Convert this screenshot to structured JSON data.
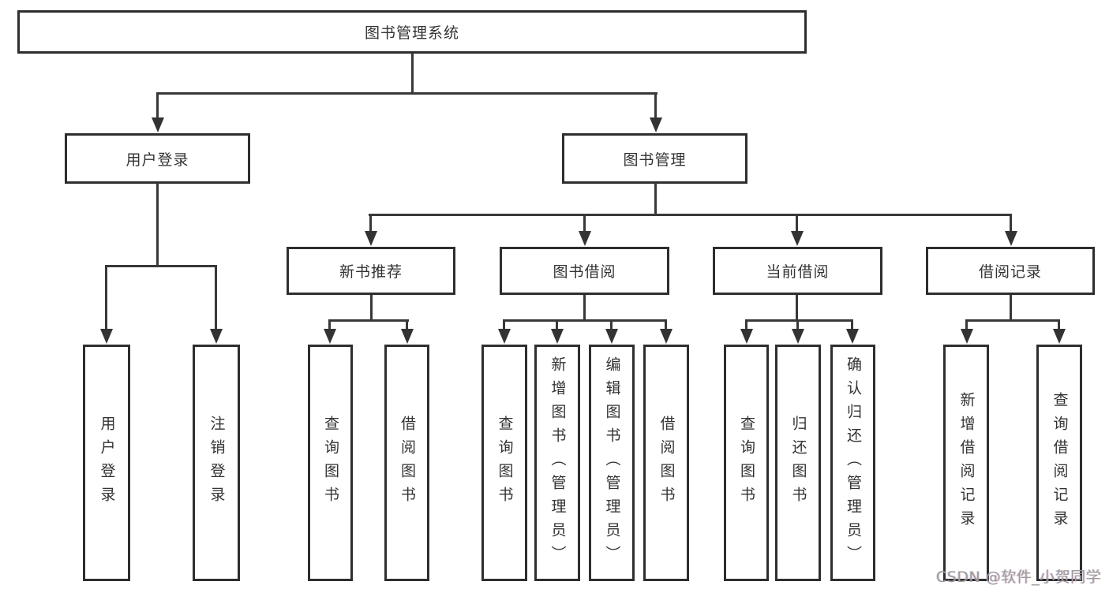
{
  "diagram": {
    "root": "图书管理系统",
    "user_login": {
      "label": "用户登录",
      "children": [
        "用户登录",
        "注销登录"
      ]
    },
    "book_mgmt": {
      "label": "图书管理",
      "sections": [
        {
          "label": "新书推荐",
          "children": [
            "查询图书",
            "借阅图书"
          ]
        },
        {
          "label": "图书借阅",
          "children": [
            "查询图书",
            "新增图书（管理员）",
            "编辑图书（管理员）",
            "借阅图书"
          ]
        },
        {
          "label": "当前借阅",
          "children": [
            "查询图书",
            "归还图书",
            "确认归还（管理员）"
          ]
        },
        {
          "label": "借阅记录",
          "children": [
            "新增借阅记录",
            "查询借阅记录"
          ]
        }
      ]
    },
    "watermark": "CSDN @软件_小贺同学"
  },
  "colors": {
    "line": "#383838",
    "border": "#2e2e2e",
    "text": "#333333",
    "watermark": "#9c9c9c",
    "background": "#ffffff"
  }
}
